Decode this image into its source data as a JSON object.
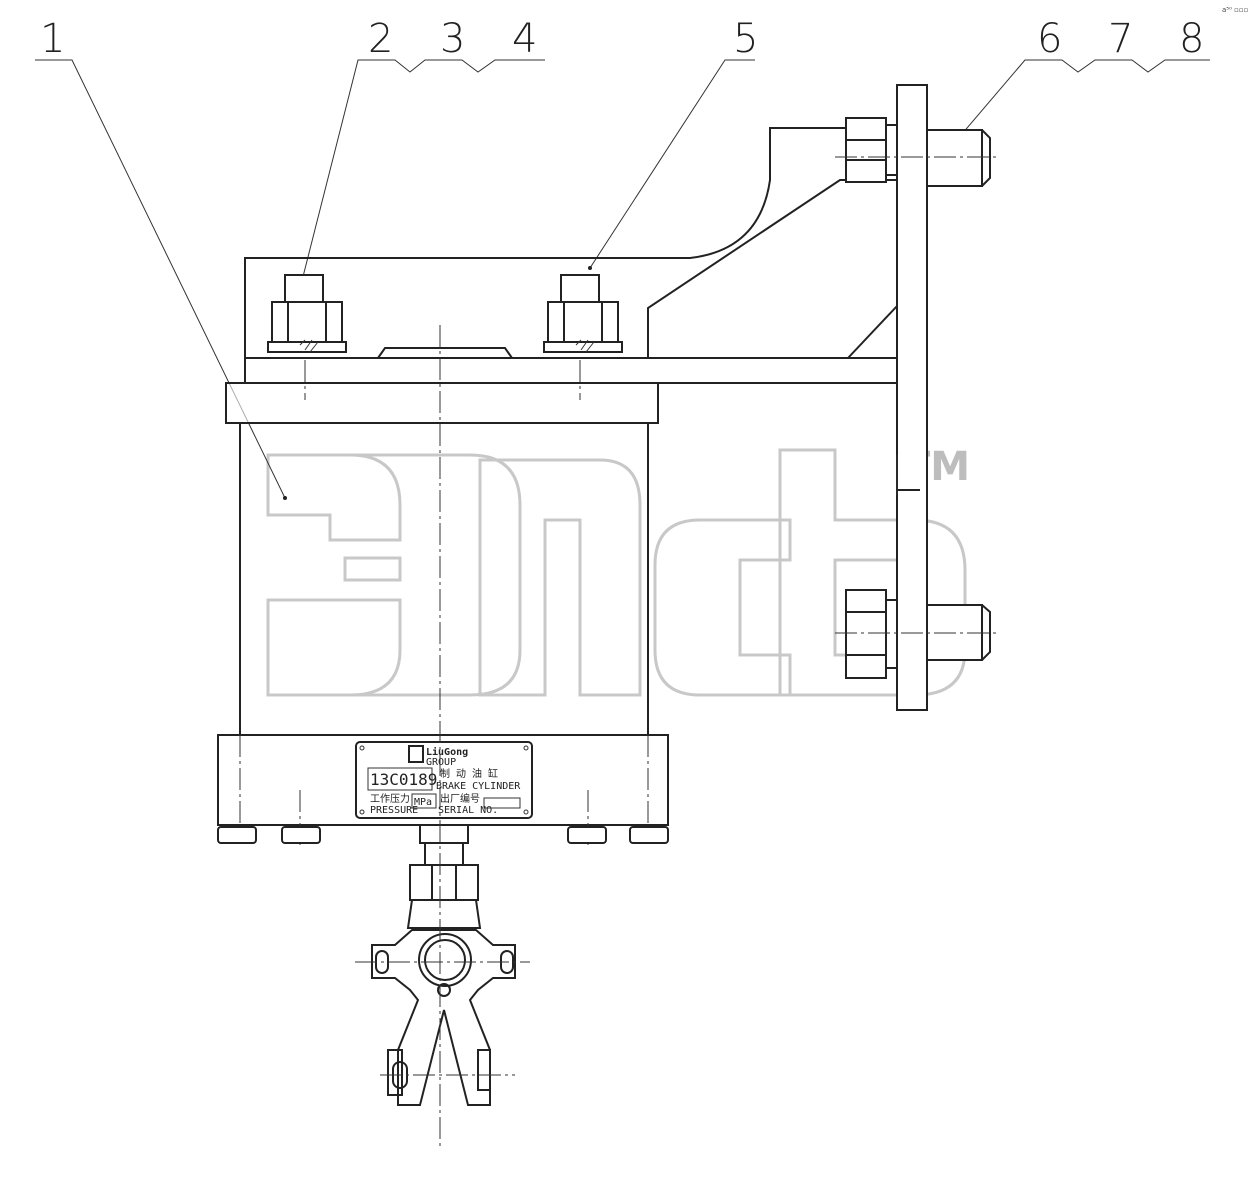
{
  "callouts": [
    {
      "label": "1"
    },
    {
      "label": "2"
    },
    {
      "label": "3"
    },
    {
      "label": "4"
    },
    {
      "label": "5"
    },
    {
      "label": "6"
    },
    {
      "label": "7"
    },
    {
      "label": "8"
    }
  ],
  "nameplate": {
    "brand": "LiuGong",
    "brand_sub": "GROUP",
    "part_no": "13C0189",
    "name_cn": "制 动 油 缸",
    "name_en": "BRAKE CYLINDER",
    "pressure_cn": "工作压力",
    "pressure_en": "PRESSURE",
    "pressure_unit": "MPa",
    "serial_cn": "出厂编号",
    "serial_en": "SERIAL NO."
  },
  "watermark": {
    "trademark": "TM"
  },
  "corner_mark": "a⁵⁰ ▫▫▫",
  "colors": {
    "line": "#222222",
    "watermark": "#c8c8c8"
  }
}
